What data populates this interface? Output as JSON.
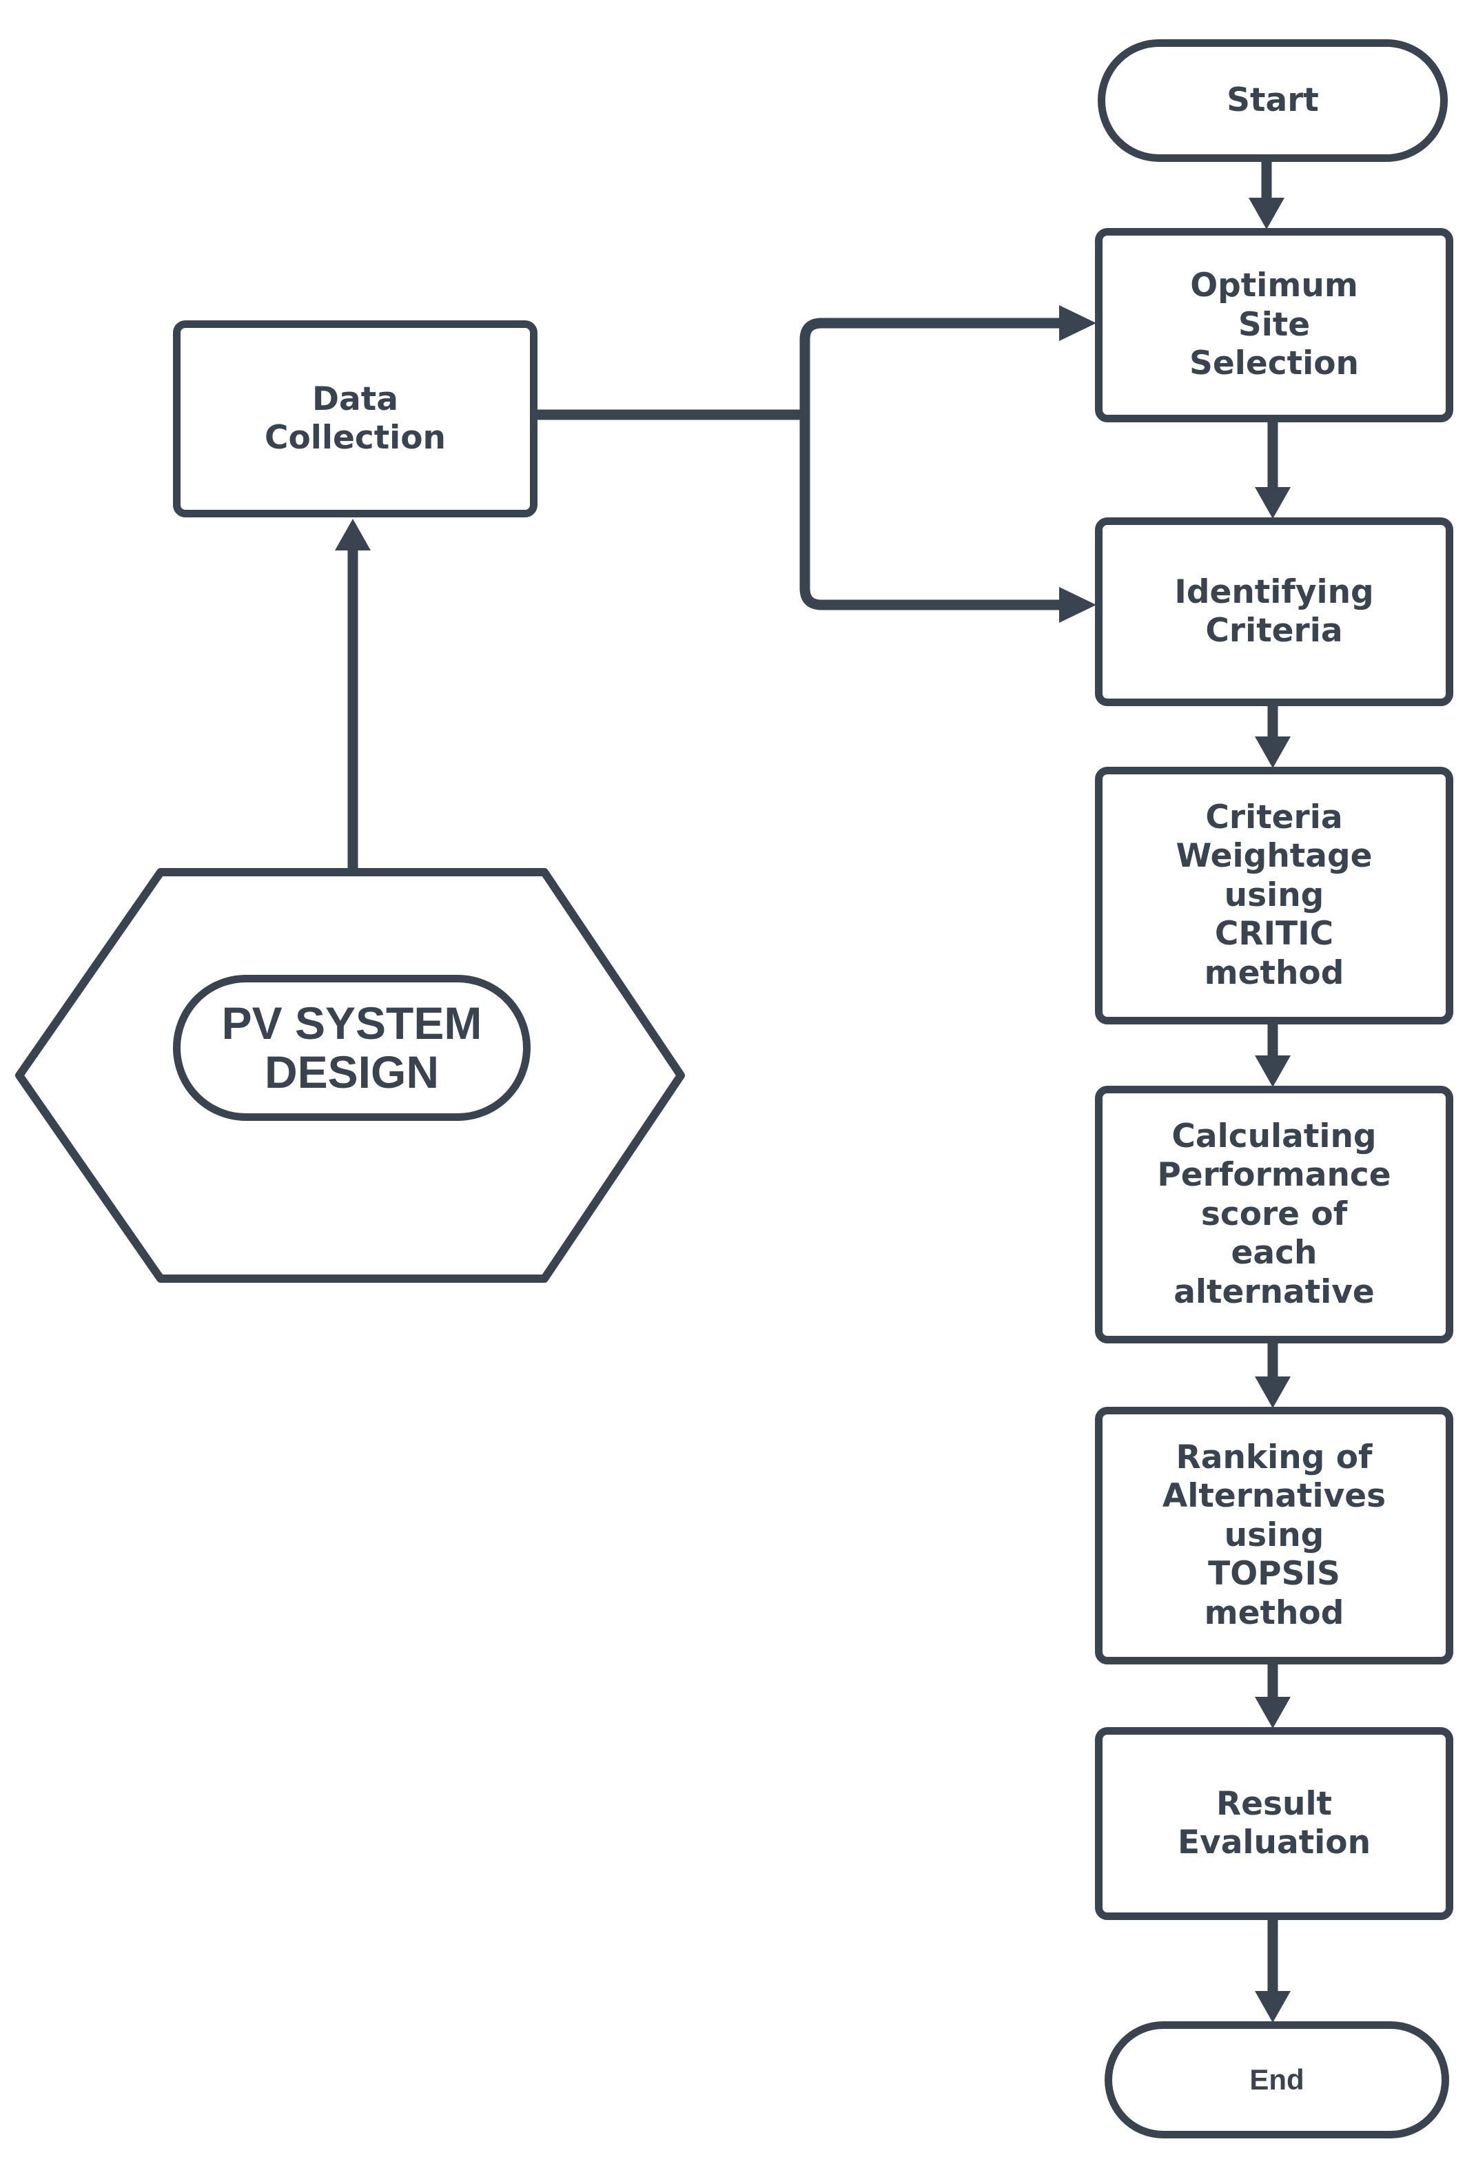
{
  "diagram": {
    "type": "flowchart",
    "colors": {
      "ink": "#3a4350",
      "background": "#ffffff"
    },
    "nodes": {
      "start": {
        "shape": "terminator",
        "label": "Start"
      },
      "optimum_site_selection": {
        "shape": "process",
        "label": "Optimum\nSite\nSelection"
      },
      "identifying_criteria": {
        "shape": "process",
        "label": "Identifying\nCriteria"
      },
      "criteria_weightage": {
        "shape": "process",
        "label": "Criteria\nWeightage\nusing\nCRITIC\nmethod"
      },
      "calculating_performance": {
        "shape": "process",
        "label": "Calculating\nPerformance\nscore of\neach\nalternative"
      },
      "ranking_alternatives": {
        "shape": "process",
        "label": "Ranking of\nAlternatives\nusing\nTOPSIS\nmethod"
      },
      "result_evaluation": {
        "shape": "process",
        "label": "Result\nEvaluation"
      },
      "end": {
        "shape": "terminator",
        "label": "End"
      },
      "data_collection": {
        "shape": "process",
        "label": "Data\nCollection"
      },
      "pv_system_design": {
        "shape": "hexagon-with-oval",
        "label": "PV SYSTEM\nDESIGN"
      }
    },
    "edges": [
      {
        "from": "start",
        "to": "optimum_site_selection",
        "style": "arrow-down"
      },
      {
        "from": "optimum_site_selection",
        "to": "identifying_criteria",
        "style": "arrow-down"
      },
      {
        "from": "identifying_criteria",
        "to": "criteria_weightage",
        "style": "arrow-down"
      },
      {
        "from": "criteria_weightage",
        "to": "calculating_performance",
        "style": "arrow-down"
      },
      {
        "from": "calculating_performance",
        "to": "ranking_alternatives",
        "style": "arrow-down"
      },
      {
        "from": "ranking_alternatives",
        "to": "result_evaluation",
        "style": "arrow-down"
      },
      {
        "from": "result_evaluation",
        "to": "end",
        "style": "arrow-down"
      },
      {
        "from": "pv_system_design",
        "to": "data_collection",
        "style": "arrow-up"
      },
      {
        "from": "data_collection",
        "to": "optimum_site_selection",
        "style": "elbow-arrow-right"
      },
      {
        "from": "data_collection",
        "to": "identifying_criteria",
        "style": "elbow-arrow-right"
      }
    ]
  }
}
